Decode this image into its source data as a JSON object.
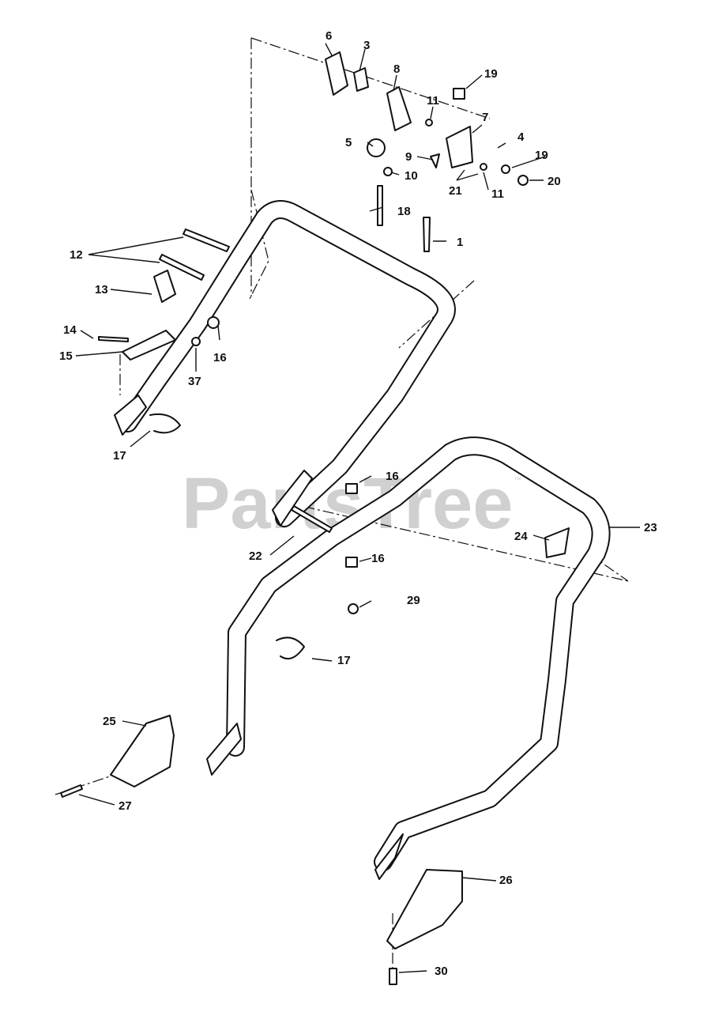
{
  "watermark": {
    "text": "PartsTree",
    "trademark": "™"
  },
  "callouts": {
    "c1": "1",
    "c3": "3",
    "c4": "4",
    "c5": "5",
    "c6": "6",
    "c7": "7",
    "c8": "8",
    "c9": "9",
    "c10": "10",
    "c11a": "11",
    "c11b": "11",
    "c12": "12",
    "c13": "13",
    "c14": "14",
    "c15": "15",
    "c16a": "16",
    "c16b": "16",
    "c16c": "16",
    "c17a": "17",
    "c17b": "17",
    "c18": "18",
    "c19a": "19",
    "c19b": "19",
    "c20": "20",
    "c21": "21",
    "c22": "22",
    "c23": "23",
    "c24": "24",
    "c25": "25",
    "c26": "26",
    "c27": "27",
    "c29": "29",
    "c30": "30",
    "c37": "37"
  }
}
